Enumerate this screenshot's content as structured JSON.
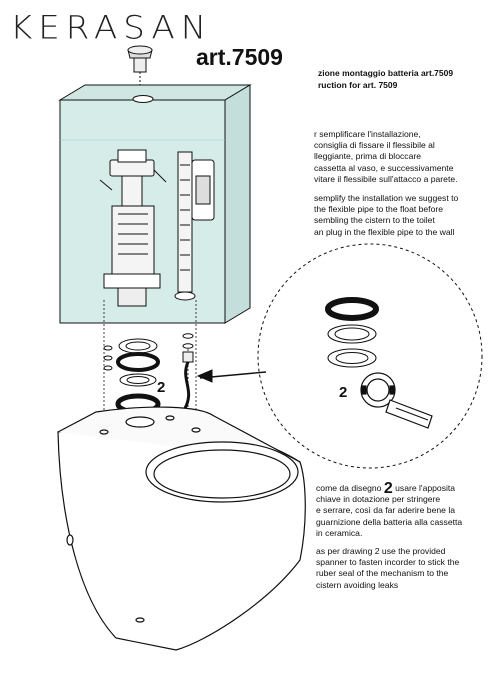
{
  "brand": {
    "name": "KERASAN",
    "article": "art.7509"
  },
  "instructions": {
    "title_it": "zione montaggio batteria art.7509",
    "title_en": "ruction for art. 7509",
    "para1_it": [
      "r semplificare l'installazione,",
      "consiglia di fissare il flessibile al",
      "lleggiante, prima di bloccare",
      "cassetta al vaso, e successivamente",
      "vitare il flessibile sull'attacco a parete."
    ],
    "para1_en": [
      "semplify the installation we suggest to",
      "the flexible pipe to the float before",
      "sembling the cistern to the toilet",
      "an plug in the flexible pipe to the wall"
    ],
    "para2_it_prefix": "come da disegno",
    "para2_it_number": "2",
    "para2_it_rest_first": "usare l'apposita",
    "para2_it": [
      "chiave in dotazione per stringere",
      "e serrare, così da far aderire bene la",
      "guarnizione della batteria alla cassetta",
      "in ceramica."
    ],
    "para2_en": [
      "as per drawing 2 use the provided",
      "spanner to fasten incorder to stick the",
      "ruber seal of  the mechanism to the",
      "cistern avoiding leaks"
    ]
  },
  "callouts": {
    "left": "2",
    "right": "2"
  },
  "colors": {
    "cistern_fill": "#d6ece9",
    "outline": "#111111",
    "seal_black": "#111111"
  }
}
